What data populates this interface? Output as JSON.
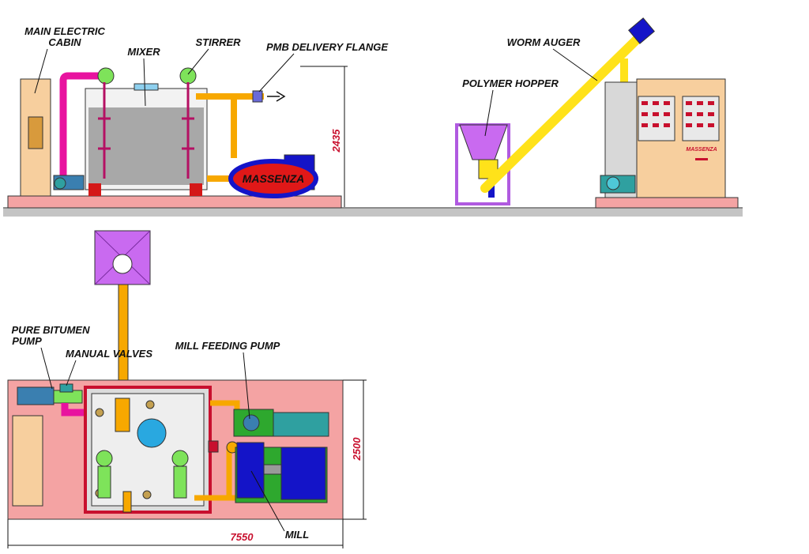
{
  "labels": {
    "main_electric_cabin_1": "MAIN ELECTRIC",
    "main_electric_cabin_2": "CABIN",
    "mixer": "MIXER",
    "stirrer": "STIRRER",
    "pmb_delivery_flange": "PMB DELIVERY FLANGE",
    "worm_auger": "WORM AUGER",
    "polymer_hopper": "POLYMER HOPPER",
    "pure_bitumen_pump_1": "PURE BITUMEN",
    "pure_bitumen_pump_2": "PUMP",
    "manual_valves": "MANUAL VALVES",
    "mill_feeding_pump": "MILL FEEDING PUMP",
    "mill": "MILL"
  },
  "brand": {
    "pump_badge": "MASSENZA",
    "panel_badge": "MASSENZA"
  },
  "dimensions": {
    "height": "2435",
    "width": "2500",
    "length": "7550"
  },
  "colors": {
    "base": "#f4a3a3",
    "ground": "#b0b0b0",
    "cabin": "#f7cf9e",
    "magenta_pipe": "#e8139f",
    "orange_pipe": "#f7a800",
    "motor_blue": "#1414c8",
    "pump_green": "#2ea82e",
    "stirrer_green": "#7ee35a",
    "hopper_violet": "#c96af0",
    "auger_yellow": "#ffe21a",
    "tank_grey": "#a8a8a8",
    "red_brand": "#c8102e"
  }
}
